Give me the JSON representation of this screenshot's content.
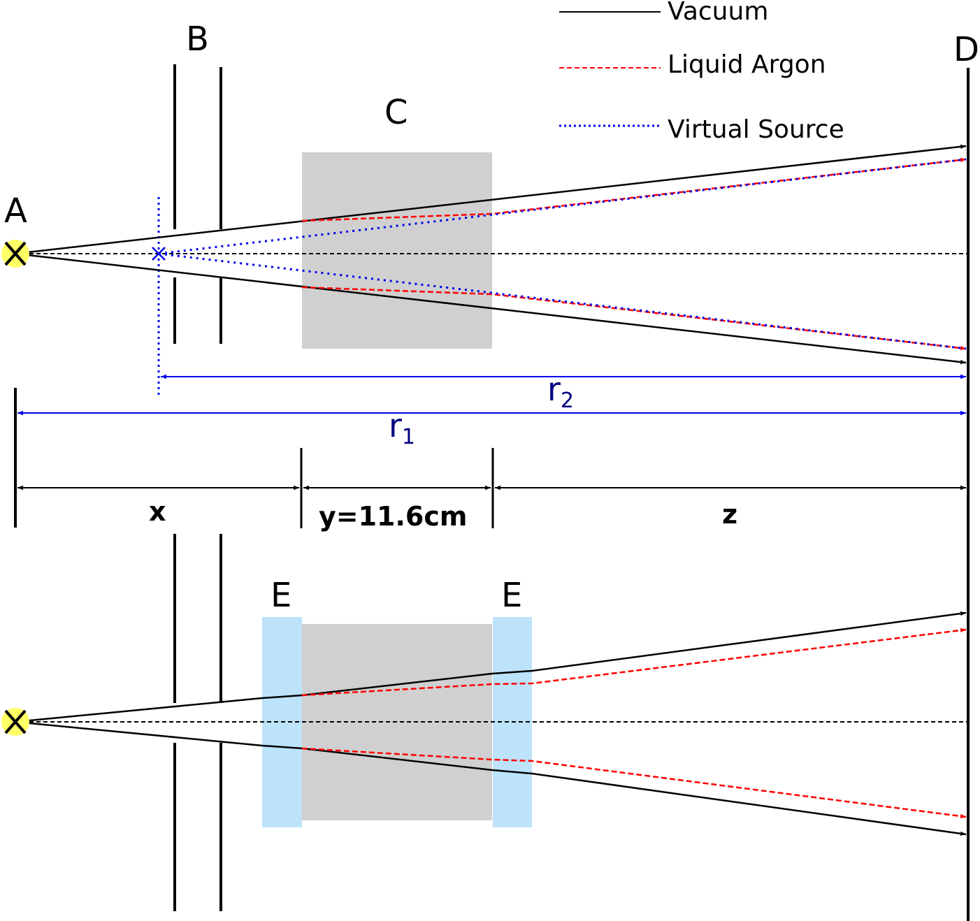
{
  "legend": {
    "items": [
      {
        "label": "Vacuum",
        "color": "#000000",
        "style": "solid"
      },
      {
        "label": "Liquid Argon",
        "color": "#ff0000",
        "style": "dashed"
      },
      {
        "label": "Virtual Source",
        "color": "#0000ee",
        "style": "dotted"
      }
    ]
  },
  "labels": {
    "A": "A",
    "B": "B",
    "C": "C",
    "D": "D",
    "E_left": "E",
    "E_right": "E"
  },
  "measurements": {
    "r2_base": "r",
    "r2_sub": "2",
    "r1_base": "r",
    "r1_sub": "1",
    "x": "x",
    "y": "y=11.6cm",
    "z": "z"
  },
  "colors": {
    "source": "#ffff66",
    "argon_box": "#d0d0d0",
    "window": "#bde3fb",
    "vacuum": "#000000",
    "argon_ray": "#ff0000",
    "virtual": "#0000ee",
    "distance_label": "#000080"
  }
}
